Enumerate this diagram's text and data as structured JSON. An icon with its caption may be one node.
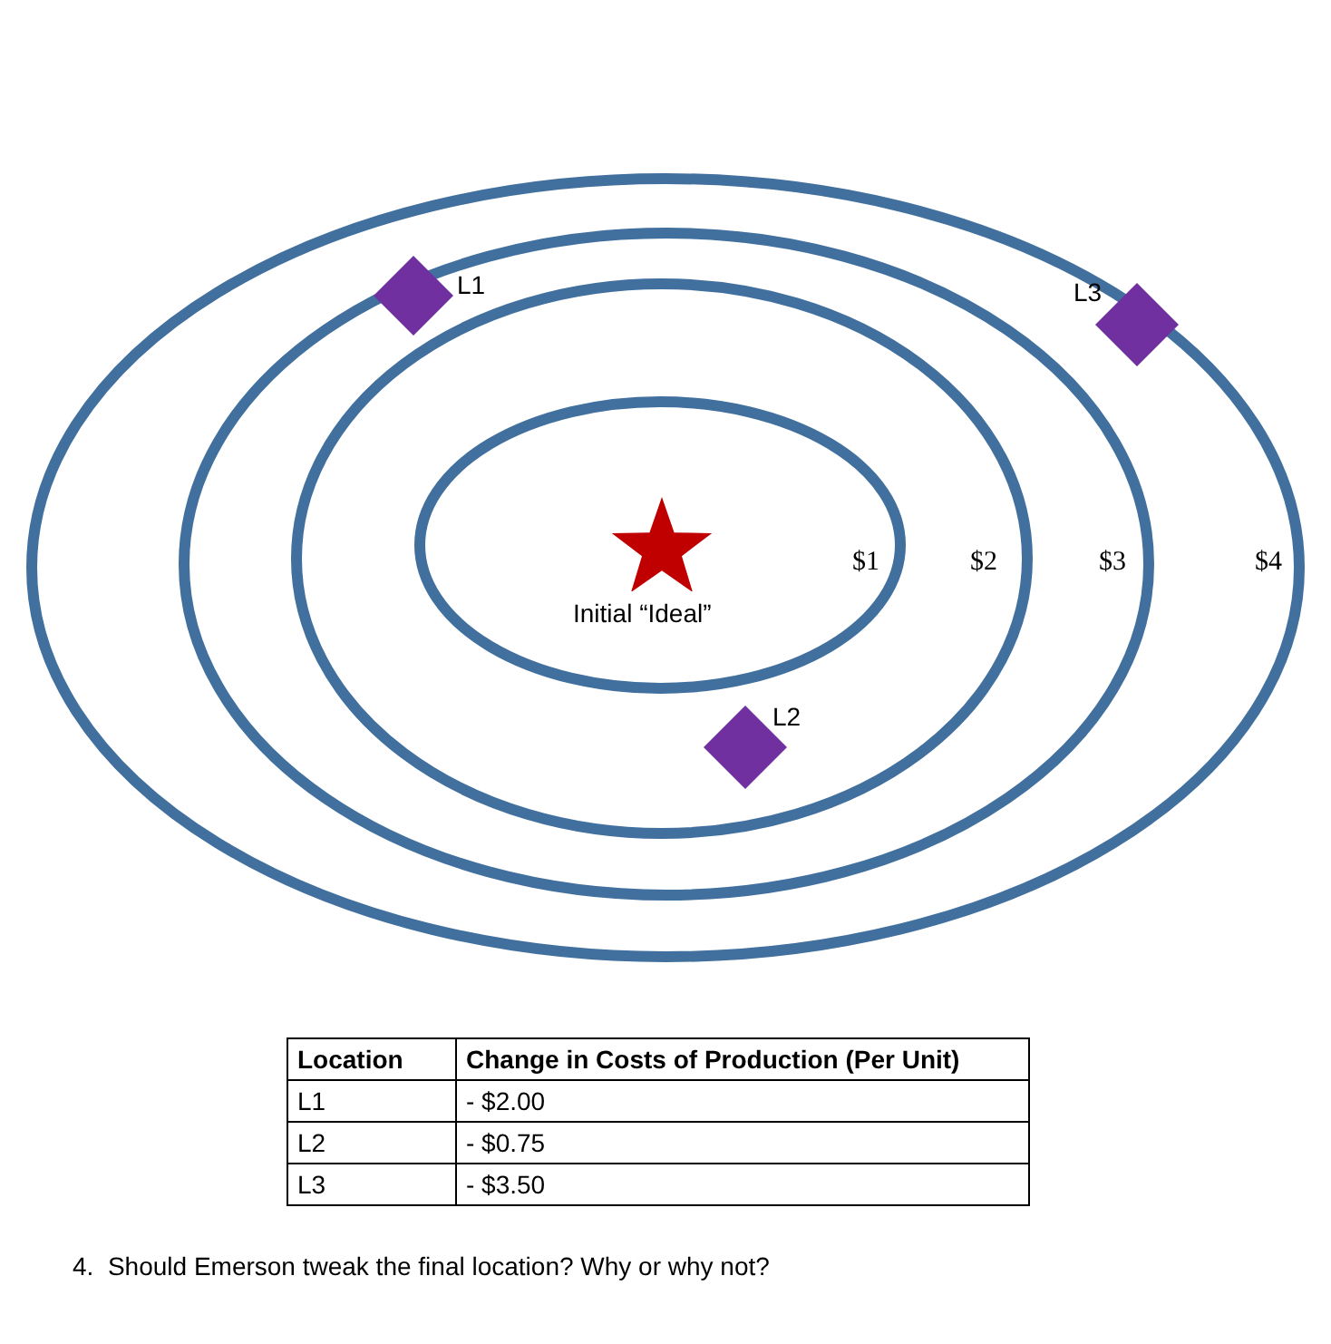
{
  "diagram": {
    "nodes": [
      {
        "text": [
          "$4"
        ]
      },
      {
        "text": [
          "$3"
        ],
        "in": 0
      },
      {
        "text": [
          "$2"
        ],
        "in": 1
      },
      {
        "text": [
          "$1"
        ],
        "in": 2
      },
      {
        "text": [],
        "shape": "star",
        "in": 3,
        "beside": [
          "Initial “Ideal”"
        ]
      },
      {
        "text": [],
        "shape": "diamond",
        "in": 1,
        "beside": [
          "L1"
        ]
      },
      {
        "text": [],
        "shape": "diamond",
        "in": 0,
        "beside": [
          "L3"
        ]
      },
      {
        "text": [],
        "shape": "diamond",
        "in": 2,
        "beside": [
          "L2"
        ]
      }
    ],
    "labels": [
      "Location",
      "Change in Costs of Production (Per Unit)",
      "L1",
      "- $2.00",
      "L2",
      "- $0.75",
      "L3",
      "- $3.50",
      "4.  Should Emerson tweak the final location? Why or why not?"
    ]
  }
}
